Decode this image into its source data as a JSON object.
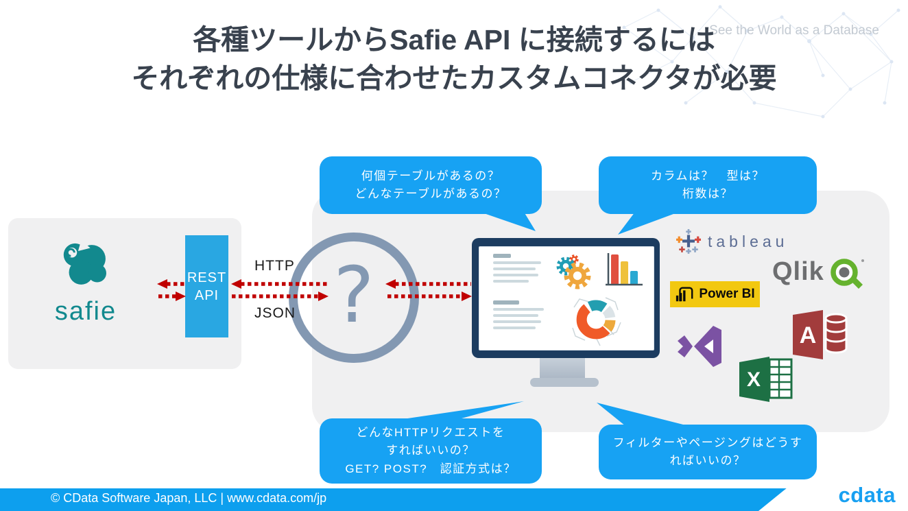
{
  "title": {
    "line1": "各種ツールからSafie API に接続するには",
    "line2": "それぞれの仕様に合わせたカスタムコネクタが必要"
  },
  "watermark": "See the World as a Database",
  "safie_card": {
    "wordmark": "safie",
    "rest_api": {
      "line1": "REST",
      "line2": "API"
    }
  },
  "connection": {
    "http_label": "HTTP",
    "json_label": "JSON",
    "question_mark": "?"
  },
  "bubbles": {
    "top_left": "何個テーブルがあるの？\nどんなテーブルがあるの？",
    "top_right": "カラムは？　型は？\n桁数は？",
    "bottom_left": "どんなHTTPリクエストを\nすればいいの？\nGET? POST?　認証方式は？",
    "bottom_right": "フィルターやページングはどうす\nればいいの？"
  },
  "tools": {
    "tableau": {
      "label": "tableau"
    },
    "qlik": {
      "label": "Qlik"
    },
    "powerbi": {
      "label": "Power BI"
    },
    "access": {
      "letter": "A"
    },
    "excel": {
      "letter": "X"
    }
  },
  "footer": {
    "copyright": "© CData Software Japan, LLC |  www.cdata.com/jp",
    "cdata_logo": "cdata"
  },
  "colors": {
    "accent_blue": "#17a2f3",
    "footer_blue": "#0d9fee",
    "rest_blue": "#29a7e2",
    "title_dark": "#39424e",
    "arrow_red": "#c00000",
    "circle_blue": "#8398b2",
    "safie_teal": "#12898e",
    "panel_gray": "#f0f0f1",
    "monitor_navy": "#1c3c60",
    "powerbi_yellow": "#f2c811",
    "qlik_green": "#65b22e",
    "qlik_gray": "#6d6e70",
    "vs_purple": "#7b52a3",
    "access_red": "#a23c3c",
    "excel_green": "#1d7044",
    "tableau_slate": "#5c6d94",
    "cdata_blue": "#18a0f1"
  }
}
